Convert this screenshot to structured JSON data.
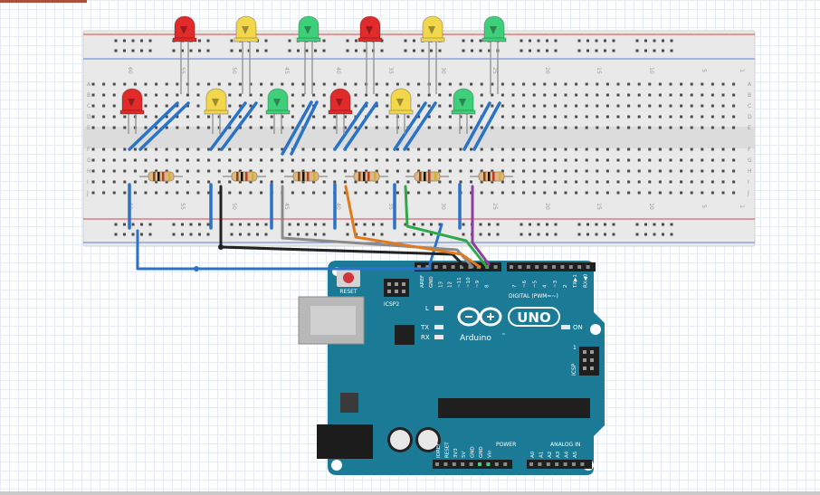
{
  "colors": {
    "board_blue": "#1b7b97",
    "breadboard": "#e9e9e9",
    "rail_red": "#d9434a",
    "rail_blue": "#5a7fd6",
    "led_red": "#e12a2a",
    "led_yellow": "#f2d64b",
    "led_green": "#3fcf7a",
    "wire_blue": "#2a73c9",
    "wire_black": "#222222",
    "wire_gray": "#8a8a8a",
    "wire_orange": "#e07a1f",
    "wire_green": "#2fa84a",
    "wire_purple": "#8c3fa0"
  },
  "breadboard": {
    "row_letters_top": [
      "A",
      "B",
      "C",
      "D",
      "E"
    ],
    "row_letters_bottom": [
      "F",
      "G",
      "H",
      "I",
      "J"
    ],
    "column_numbers": [
      "60",
      "55",
      "50",
      "45",
      "40",
      "35",
      "30",
      "25",
      "20",
      "15",
      "10",
      "5",
      "1"
    ]
  },
  "leds": {
    "top_row": [
      "red",
      "yellow",
      "green",
      "red",
      "yellow",
      "green"
    ],
    "bottom_row": [
      "red",
      "yellow",
      "green",
      "red",
      "yellow",
      "green"
    ]
  },
  "arduino": {
    "logo_text": "UNO",
    "brand": "Arduino",
    "trademark": "™",
    "reset_label": "RESET",
    "icsp2_label": "ICSP2",
    "icsp_label": "ICSP",
    "digital_label": "DIGITAL (PWM=~)",
    "power_label": "POWER",
    "analog_label": "ANALOG IN",
    "l_label": "L",
    "tx_label": "TX",
    "rx_label": "RX",
    "on_label": "ON",
    "icsp_pin1": "1",
    "digital_pins_left": [
      "AREF",
      "GND",
      "13",
      "12",
      "~11",
      "~10",
      "~9",
      "8"
    ],
    "digital_pins_right": [
      "7",
      "~6",
      "~5",
      "4",
      "~3",
      "2",
      "TX▶1",
      "RX◀0"
    ],
    "power_pins": [
      "IOREF",
      "RESET",
      "3V3",
      "5V",
      "GND",
      "GND",
      "Vin"
    ],
    "analog_pins": [
      "A0",
      "A1",
      "A2",
      "A3",
      "A4",
      "A5"
    ]
  }
}
